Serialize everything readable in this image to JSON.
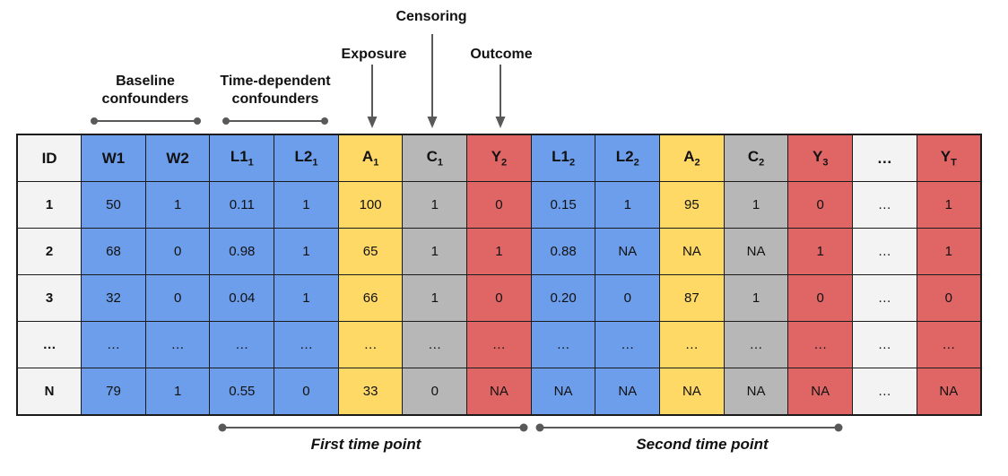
{
  "annotations": {
    "censoring": "Censoring",
    "exposure": "Exposure",
    "outcome": "Outcome",
    "baseline_confounders": "Baseline\nconfounders",
    "time_dependent_confounders": "Time-dependent\nconfounders",
    "first_time_point": "First time point",
    "second_time_point": "Second time point"
  },
  "colors": {
    "blue": "#6D9EEB",
    "yellow": "#FFD966",
    "gray": "#B7B7B7",
    "red": "#E06666",
    "light": "#F3F3F3",
    "line": "#595959",
    "border": "#1b1b1b",
    "text": "#111111"
  },
  "table": {
    "columns": [
      {
        "base": "ID",
        "sub": "",
        "color": "light"
      },
      {
        "base": "W1",
        "sub": "",
        "color": "blue"
      },
      {
        "base": "W2",
        "sub": "",
        "color": "blue"
      },
      {
        "base": "L1",
        "sub": "1",
        "color": "blue"
      },
      {
        "base": "L2",
        "sub": "1",
        "color": "blue"
      },
      {
        "base": "A",
        "sub": "1",
        "color": "yellow"
      },
      {
        "base": "C",
        "sub": "1",
        "color": "gray"
      },
      {
        "base": "Y",
        "sub": "2",
        "color": "red"
      },
      {
        "base": "L1",
        "sub": "2",
        "color": "blue"
      },
      {
        "base": "L2",
        "sub": "2",
        "color": "blue"
      },
      {
        "base": "A",
        "sub": "2",
        "color": "yellow"
      },
      {
        "base": "C",
        "sub": "2",
        "color": "gray"
      },
      {
        "base": "Y",
        "sub": "3",
        "color": "red"
      },
      {
        "base": "…",
        "sub": "",
        "color": "light"
      },
      {
        "base": "Y",
        "sub": "T",
        "color": "red"
      }
    ],
    "rows": [
      [
        "1",
        "50",
        "1",
        "0.11",
        "1",
        "100",
        "1",
        "0",
        "0.15",
        "1",
        "95",
        "1",
        "0",
        "…",
        "1"
      ],
      [
        "2",
        "68",
        "0",
        "0.98",
        "1",
        "65",
        "1",
        "1",
        "0.88",
        "NA",
        "NA",
        "NA",
        "1",
        "…",
        "1"
      ],
      [
        "3",
        "32",
        "0",
        "0.04",
        "1",
        "66",
        "1",
        "0",
        "0.20",
        "0",
        "87",
        "1",
        "0",
        "…",
        "0"
      ],
      [
        "…",
        "…",
        "…",
        "…",
        "…",
        "…",
        "…",
        "…",
        "…",
        "…",
        "…",
        "…",
        "…",
        "…",
        "…"
      ],
      [
        "N",
        "79",
        "1",
        "0.55",
        "0",
        "33",
        "0",
        "NA",
        "NA",
        "NA",
        "NA",
        "NA",
        "NA",
        "…",
        "NA"
      ]
    ]
  }
}
